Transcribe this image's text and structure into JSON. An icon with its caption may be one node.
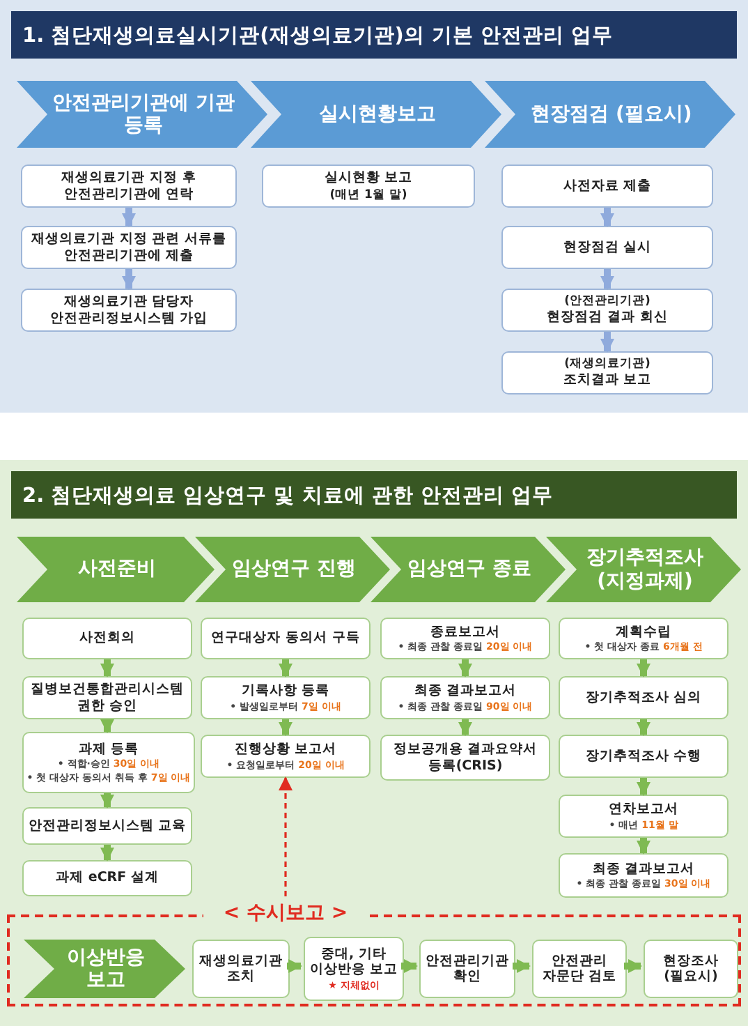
{
  "diagram": {
    "nodes": [
      {
        "text": [
          "1. 첨단재생의료실시기관(재생의료기관)의 기본 안전관리 업무"
        ]
      },
      {
        "text": [
          "안전관리기관에 기관 등록"
        ],
        "in": 0
      },
      {
        "text": [
          "실시현황보고"
        ],
        "in": 0
      },
      {
        "text": [
          "현장점검 (필요시)"
        ],
        "in": 0
      },
      {
        "text": [
          "재생의료기관 지정 후 안전관리기관에 연락"
        ],
        "in": 0
      },
      {
        "text": [
          "재생의료기관 지정 관련 서류를 안전관리기관에 제출"
        ],
        "in": 0
      },
      {
        "text": [
          "재생의료기관 담당자 안전관리정보시스템 가입"
        ],
        "in": 0
      },
      {
        "text": [
          "실시현황 보고",
          "(매년 **1월 말**)"
        ],
        "in": 0
      },
      {
        "text": [
          "사전자료 제출"
        ],
        "in": 0
      },
      {
        "text": [
          "현장점검 실시"
        ],
        "in": 0
      },
      {
        "text": [
          "(안전관리기관)",
          "현장점검 결과 회신"
        ],
        "in": 0
      },
      {
        "text": [
          "(재생의료기관)",
          "조치결과 보고"
        ],
        "in": 0
      },
      {
        "text": [
          "2. 첨단재생의료 임상연구 및 치료에 관한 안전관리 업무"
        ]
      },
      {
        "text": [
          "사전준비"
        ],
        "in": 12
      },
      {
        "text": [
          "임상연구 진행"
        ],
        "in": 12
      },
      {
        "text": [
          "임상연구 종료"
        ],
        "in": 12
      },
      {
        "text": [
          "장기추적조사 (지정과제)"
        ],
        "in": 12
      },
      {
        "text": [
          "사전회의"
        ],
        "in": 12
      },
      {
        "text": [
          "질병보건통합관리시스템 권한 승인"
        ],
        "in": 12
      },
      {
        "text": [
          "과제 등록",
          "• 적합·승인 **30일 이내**",
          "• 첫 대상자 동의서 취득 후 **7일 이내**"
        ],
        "in": 12
      },
      {
        "text": [
          "안전관리정보시스템 교육"
        ],
        "in": 12
      },
      {
        "text": [
          "과제 eCRF 설계"
        ],
        "in": 12
      },
      {
        "text": [
          "연구대상자 동의서 구득"
        ],
        "in": 12
      },
      {
        "text": [
          "기록사항 등록",
          "• 발생일로부터 **7일 이내**"
        ],
        "in": 12
      },
      {
        "text": [
          "진행상황 보고서",
          "• 요청일로부터 **20일 이내**"
        ],
        "in": 12
      },
      {
        "text": [
          "종료보고서",
          "• 최종 관찰 종료일 **20일 이내**"
        ],
        "in": 12
      },
      {
        "text": [
          "최종 결과보고서",
          "• 최종 관찰 종료일 **90일 이내**"
        ],
        "in": 12
      },
      {
        "text": [
          "정보공개용 결과요약서 등록(CRIS)"
        ],
        "in": 12
      },
      {
        "text": [
          "계획수립",
          "• 첫 대상자 종료 **6개월 전**"
        ],
        "in": 12
      },
      {
        "text": [
          "장기추적조사 심의"
        ],
        "in": 12
      },
      {
        "text": [
          "장기추적조사 수행"
        ],
        "in": 12
      },
      {
        "text": [
          "연차보고서",
          "• 매년 **11월 말**"
        ],
        "in": 12
      },
      {
        "text": [
          "최종 결과보고서",
          "• 최종 관찰 종료일 **30일 이내**"
        ],
        "in": 12
      },
      {
        "text": [
          "< 수시보고 >"
        ],
        "in": 12
      },
      {
        "text": [
          "이상반응 보고"
        ],
        "in": 33
      },
      {
        "text": [
          "재생의료기관 조치"
        ],
        "in": 33
      },
      {
        "text": [
          "중대, 기타 이상반응 보고",
          "★ 지체없이"
        ],
        "in": 33
      },
      {
        "text": [
          "안전관리기관 확인"
        ],
        "in": 33
      },
      {
        "text": [
          "안전관리 자문단 검토"
        ],
        "in": 33
      },
      {
        "text": [
          "현장조사 (필요시)"
        ],
        "in": 33
      }
    ],
    "edges": [
      {
        "from": 4,
        "to": 5,
        "arrow": "to",
        "color": "#8faadc"
      },
      {
        "from": 5,
        "to": 6,
        "arrow": "to",
        "color": "#8faadc"
      },
      {
        "from": 8,
        "to": 9,
        "arrow": "to",
        "color": "#8faadc"
      },
      {
        "from": 9,
        "to": 10,
        "arrow": "to",
        "color": "#8faadc"
      },
      {
        "from": 10,
        "to": 11,
        "arrow": "to",
        "color": "#8faadc"
      },
      {
        "from": 17,
        "to": 18,
        "arrow": "to"
      },
      {
        "from": 18,
        "to": 19,
        "arrow": "to"
      },
      {
        "from": 19,
        "to": 20,
        "arrow": "to"
      },
      {
        "from": 20,
        "to": 21,
        "arrow": "to"
      },
      {
        "from": 22,
        "to": 23,
        "arrow": "to"
      },
      {
        "from": 23,
        "to": 24,
        "arrow": "to"
      },
      {
        "from": 25,
        "to": 26,
        "arrow": "to"
      },
      {
        "from": 26,
        "to": 27,
        "arrow": "to"
      },
      {
        "from": 28,
        "to": 29,
        "arrow": "to"
      },
      {
        "from": 29,
        "to": 30,
        "arrow": "to"
      },
      {
        "from": 30,
        "to": 31,
        "arrow": "to"
      },
      {
        "from": 31,
        "to": 32,
        "arrow": "to"
      },
      {
        "from": 35,
        "to": 36,
        "arrow": "to"
      },
      {
        "from": 36,
        "to": 37,
        "arrow": "to"
      },
      {
        "from": 37,
        "to": 38,
        "arrow": "to"
      },
      {
        "from": 38,
        "to": 39,
        "arrow": "to"
      },
      {
        "from": 33,
        "to": 24,
        "arrow": "to",
        "style": "dashed",
        "color": "#e02b20"
      }
    ]
  }
}
